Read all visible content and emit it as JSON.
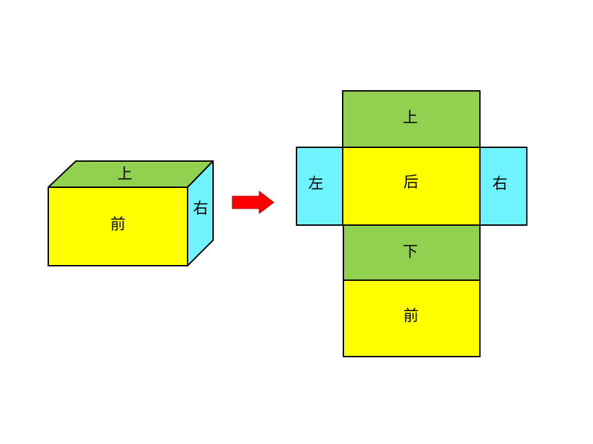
{
  "colors": {
    "top_bottom": "#92D050",
    "front_back": "#FFFF00",
    "sides": "#6FF4FF",
    "outline": "#000000",
    "arrow": "#FF0000",
    "arrow_edge": "#B00000"
  },
  "cuboid": {
    "top_label": "上",
    "front_label": "前",
    "right_label": "右"
  },
  "net": {
    "top_label": "上",
    "left_label": "左",
    "back_label": "后",
    "right_label": "右",
    "bottom_label": "下",
    "front_label": "前"
  }
}
